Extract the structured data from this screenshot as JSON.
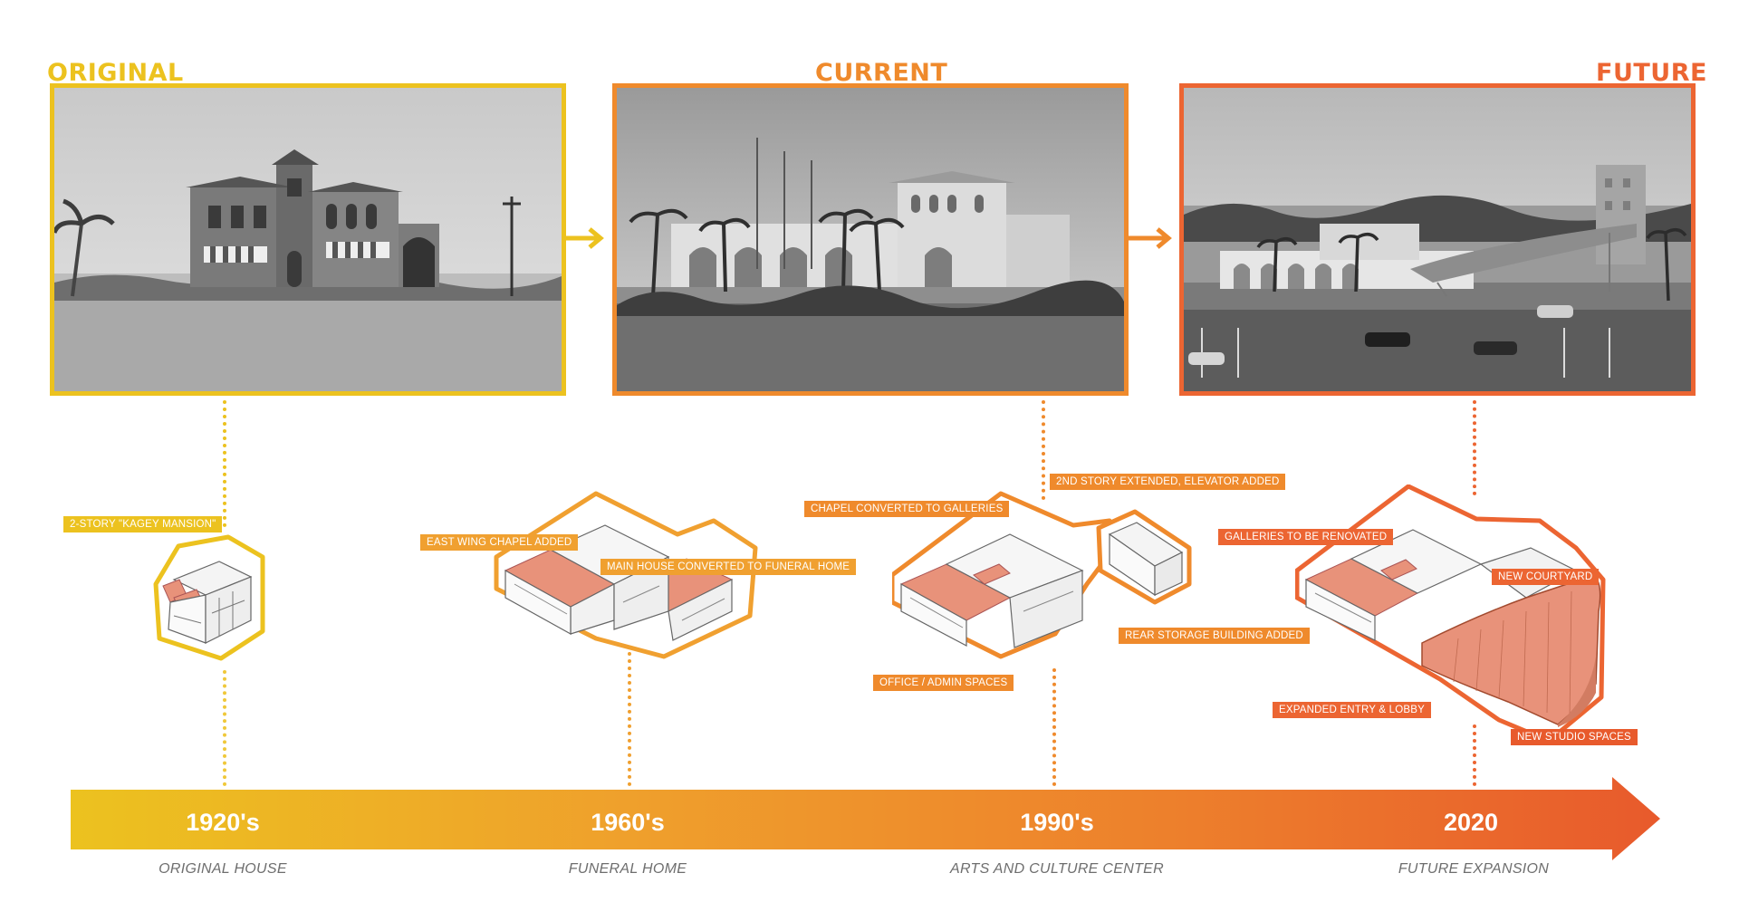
{
  "colors": {
    "yellow": "#ecc21f",
    "light_orange": "#f0a030",
    "orange": "#ef8a2c",
    "dark_orange": "#ec6532",
    "red_orange": "#e85a2c",
    "caption_gray": "#6e6e6e",
    "roof_salmon": "#e8927a"
  },
  "headings": {
    "original": "ORIGINAL",
    "current": "CURRENT",
    "future": "FUTURE"
  },
  "photos": {
    "original": "original-house-photo",
    "current": "current-center-photo",
    "future": "future-expansion-rendering"
  },
  "callouts": {
    "kagey_mansion": "2-STORY \"KAGEY MANSION\"",
    "east_wing_chapel": "EAST WING CHAPEL ADDED",
    "main_house_converted": "MAIN HOUSE CONVERTED TO FUNERAL HOME",
    "chapel_converted": "CHAPEL CONVERTED TO GALLERIES",
    "second_story": "2ND STORY EXTENDED, ELEVATOR ADDED",
    "rear_storage": "REAR STORAGE BUILDING ADDED",
    "office_admin": "OFFICE / ADMIN SPACES",
    "galleries_renovated": "GALLERIES TO BE RENOVATED",
    "new_courtyard": "NEW COURTYARD",
    "expanded_entry": "EXPANDED ENTRY & LOBBY",
    "new_studio": "NEW STUDIO SPACES"
  },
  "timeline": [
    {
      "year": "1920's",
      "caption": "ORIGINAL HOUSE"
    },
    {
      "year": "1960's",
      "caption": "FUNERAL HOME"
    },
    {
      "year": "1990's",
      "caption": "ARTS AND CULTURE CENTER"
    },
    {
      "year": "2020",
      "caption": "FUTURE EXPANSION"
    }
  ]
}
